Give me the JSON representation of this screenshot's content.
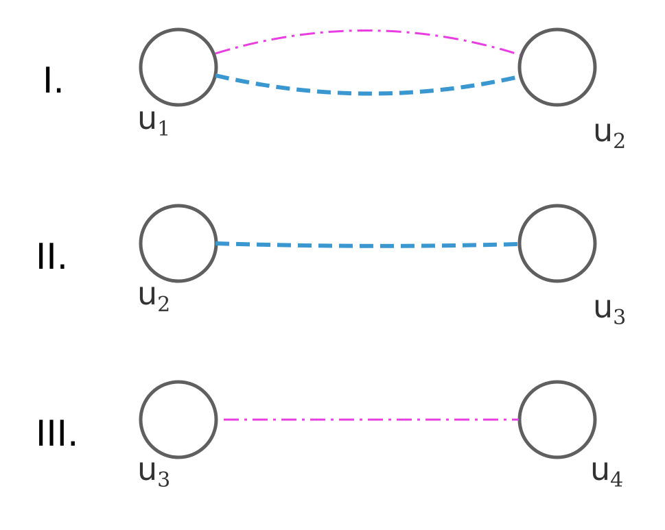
{
  "colors": {
    "node_stroke": "#5f5f5f",
    "magenta_edge": "#e83de0",
    "blue_edge": "#3b97cf"
  },
  "rows": [
    {
      "roman": "I.",
      "left_node": {
        "letter": "u",
        "sub": "1"
      },
      "right_node": {
        "letter": "u",
        "sub": "2"
      },
      "edges": [
        "magenta-dashdot",
        "blue-dashed"
      ]
    },
    {
      "roman": "II.",
      "left_node": {
        "letter": "u",
        "sub": "2"
      },
      "right_node": {
        "letter": "u",
        "sub": "3"
      },
      "edges": [
        "blue-dashed"
      ]
    },
    {
      "roman": "III.",
      "left_node": {
        "letter": "u",
        "sub": "3"
      },
      "right_node": {
        "letter": "u",
        "sub": "4"
      },
      "edges": [
        "magenta-dashdot"
      ]
    }
  ]
}
